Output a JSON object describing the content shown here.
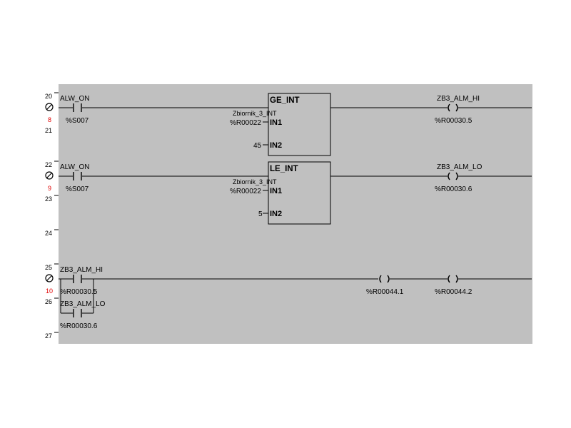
{
  "line_numbers": [
    "20",
    "21",
    "22",
    "23",
    "24",
    "25",
    "26",
    "27"
  ],
  "rung_numbers": [
    "8",
    "9",
    "10"
  ],
  "rung1": {
    "contact_name": "ALW_ON",
    "contact_address": "%S007",
    "block_title": "GE_INT",
    "in1_variable": "Zbiornik_3_INT",
    "in1_address": "%R00022",
    "in1_pin": "IN1",
    "in2_value": "45",
    "in2_pin": "IN2",
    "coil_name": "ZB3_ALM_HI",
    "coil_address": "%R00030.5"
  },
  "rung2": {
    "contact_name": "ALW_ON",
    "contact_address": "%S007",
    "block_title": "LE_INT",
    "in1_variable": "Zbiornik_3_INT",
    "in1_address": "%R00022",
    "in1_pin": "IN1",
    "in2_value": "5",
    "in2_pin": "IN2",
    "coil_name": "ZB3_ALM_LO",
    "coil_address": "%R00030.6"
  },
  "rung3": {
    "contact1_name": "ZB3_ALM_HI",
    "contact1_address": "%R00030.5",
    "contact2_name": "ZB3_ALM_LO",
    "contact2_address": "%R00030.6",
    "coil1_address": "%R00044.1",
    "coil2_address": "%R00044.2"
  },
  "colors": {
    "canvas": "#c0c0c0",
    "gutter": "#ffffff",
    "rung_number": "#e00000"
  },
  "icons": {
    "rung_marker": "slashed-circle-icon",
    "contact": "no-contact-icon",
    "coil": "coil-icon"
  }
}
